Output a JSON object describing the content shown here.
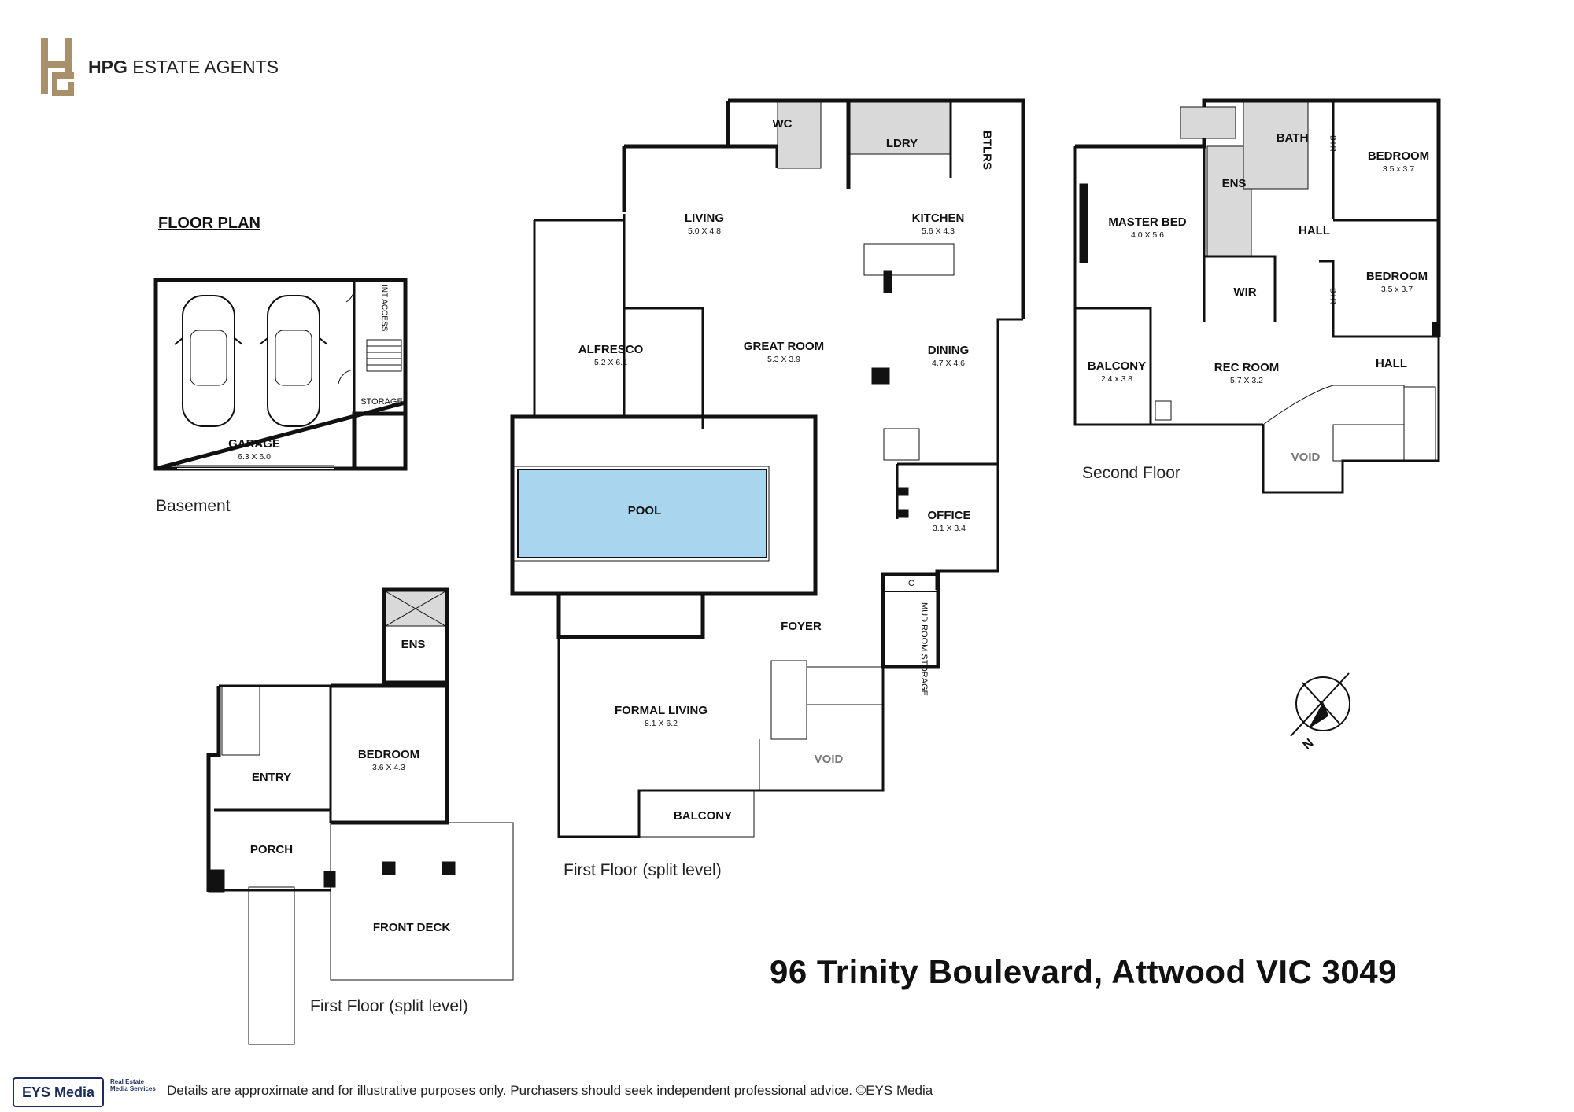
{
  "brand": {
    "mark": "HPG",
    "name_bold": "HPG",
    "name_rest": "ESTATE AGENTS"
  },
  "title": "FLOOR PLAN",
  "address": "96 Trinity Boulevard, Attwood VIC 3049",
  "disclaimer": "Details are approximate and for illustrative purposes only. Purchasers should seek independent professional advice. ©EYS Media",
  "footer_logo": {
    "name": "EYS Media",
    "tagline": "Real Estate Media Services"
  },
  "floors": {
    "basement": "Basement",
    "first_main": "First Floor (split level)",
    "first_front": "First Floor (split level)",
    "second": "Second Floor"
  },
  "compass": "N",
  "colors": {
    "wall": "#111111",
    "wet_area": "#d9d9d9",
    "pool": "#a9d5ee",
    "gold": "#a8916a"
  },
  "rooms": {
    "garage": {
      "name": "GARAGE",
      "dim": "6.3 X 6.0"
    },
    "int_access": {
      "name": "INT ACCESS"
    },
    "storage": {
      "name": "STORAGE"
    },
    "wc": {
      "name": "WC"
    },
    "ldry": {
      "name": "LDRY"
    },
    "btlrs": {
      "name": "BTLRS"
    },
    "living": {
      "name": "LIVING",
      "dim": "5.0 X 4.8"
    },
    "kitchen": {
      "name": "KITCHEN",
      "dim": "5.6 X 4.3"
    },
    "alfresco": {
      "name": "ALFRESCO",
      "dim": "5.2 X 6.1"
    },
    "great_room": {
      "name": "GREAT ROOM",
      "dim": "5.3 X 3.9"
    },
    "dining": {
      "name": "DINING",
      "dim": "4.7 X 4.6"
    },
    "pool": {
      "name": "POOL"
    },
    "office": {
      "name": "OFFICE",
      "dim": "3.1 X 3.4"
    },
    "cupboard": {
      "name": "C"
    },
    "mud_room": {
      "name": "MUD ROOM STORAGE"
    },
    "foyer": {
      "name": "FOYER"
    },
    "formal_living": {
      "name": "FORMAL LIVING",
      "dim": "8.1 X 6.2"
    },
    "void_first": {
      "name": "VOID"
    },
    "balcony_first": {
      "name": "BALCONY"
    },
    "ens_front": {
      "name": "ENS"
    },
    "bedroom_front": {
      "name": "BEDROOM",
      "dim": "3.6 X 4.3"
    },
    "entry": {
      "name": "ENTRY"
    },
    "porch": {
      "name": "PORCH"
    },
    "front_deck": {
      "name": "FRONT DECK"
    },
    "bath": {
      "name": "BATH"
    },
    "bir_1": {
      "name": "BIR"
    },
    "bedroom_2": {
      "name": "BEDROOM",
      "dim": "3.5 x 3.7"
    },
    "master_bed": {
      "name": "MASTER BED",
      "dim": "4.0 X 5.6"
    },
    "ens_master": {
      "name": "ENS"
    },
    "hall_upper": {
      "name": "HALL"
    },
    "bedroom_3": {
      "name": "BEDROOM",
      "dim": "3.5 x 3.7"
    },
    "bir_2": {
      "name": "BIR"
    },
    "wir": {
      "name": "WIR"
    },
    "balcony_second": {
      "name": "BALCONY",
      "dim": "2.4 x 3.8"
    },
    "rec_room": {
      "name": "REC ROOM",
      "dim": "5.7 X 3.2"
    },
    "hall_lower": {
      "name": "HALL"
    },
    "void_second": {
      "name": "VOID"
    }
  }
}
